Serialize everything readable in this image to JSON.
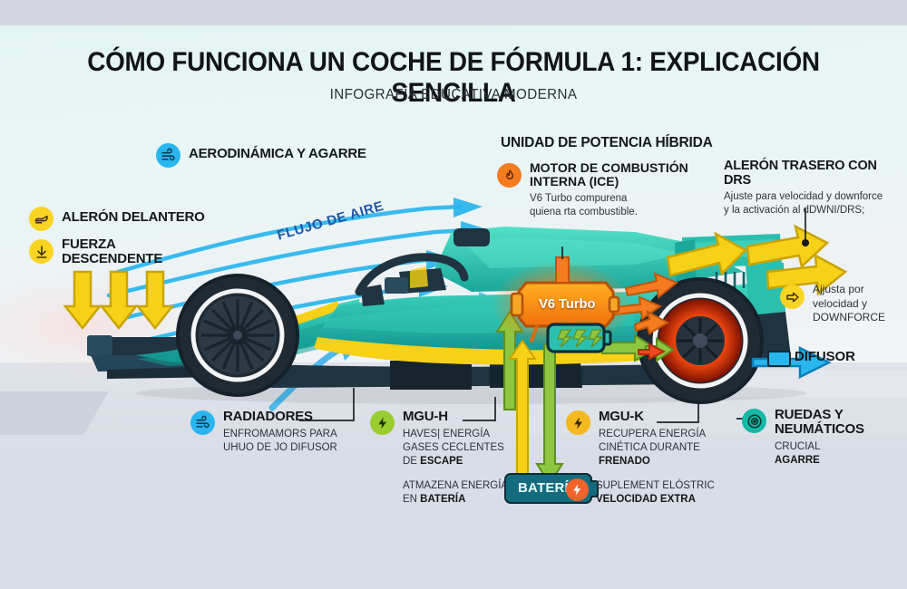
{
  "header": {
    "title": "CÓMO FUNCIONA UN COCHE DE FÓRMULA 1: EXPLICACIÓN SENCILLA",
    "subtitle": "INFOGRAFÍA EDUCATIVA MODERNA"
  },
  "colors": {
    "background_sky": "#e6f4f3",
    "background_ground": "#d8dce4",
    "car_body_teal": "#2bbfae",
    "car_dark": "#1f3440",
    "accent_yellow": "#f7d117",
    "accent_cyan": "#29b6ef",
    "accent_orange": "#f47b20",
    "accent_green": "#8dc63f",
    "badge_blue": "#29b6ef",
    "badge_yellow": "#f9d423",
    "badge_orange": "#f47b20",
    "badge_green": "#9acd32",
    "badge_amber": "#f5b81e",
    "badge_teal": "#14b8a6",
    "text_dark": "#14181d",
    "text_body": "#2d333b",
    "flow_label_blue": "#1e56a8"
  },
  "aero": {
    "heading": "AERODINÁMICA Y AGARRE",
    "icon": "wind-icon",
    "flow_label": "FLUJO DE AIRE"
  },
  "front_wing": {
    "heading": "ALERÓN DELANTERO",
    "icon": "wing-icon"
  },
  "downforce": {
    "heading_line1": "FUERZA",
    "heading_line2": "DESCENDENTE",
    "icon": "arrow-down-icon",
    "arrow_count": 3
  },
  "power_unit": {
    "heading": "UNIDAD DE POTENCIA HÍBRIDA",
    "ice": {
      "icon": "flame-icon",
      "heading_line1": "MOTOR DE COMBUSTIÓN",
      "heading_line2": "INTERNA (ICE)",
      "body_line1": "V6 Turbo compurena",
      "body_line2": "quiena rta combustible."
    },
    "engine_badge": "V6 Turbo"
  },
  "rear_wing": {
    "heading": "ALERÓN TRASERO CON DRS",
    "body_line1": "Ajuste para velocidad y downforce",
    "body_line2": "y la activación al dDWNI/DRS;"
  },
  "drs_adjust": {
    "icon": "arrow-right-icon",
    "line1": "Ajjusta por",
    "line2": "velocidad y",
    "line3": "DOWNFORCE"
  },
  "diffuser": {
    "label": "DIFUSOR",
    "icon": "arrow-left-icon"
  },
  "radiators": {
    "icon": "wind-icon",
    "heading": "RADIADORES",
    "body_line1": "ENFROMAMORS PARA",
    "body_line2": "UHUO DE JO DIFUSOR"
  },
  "mgu_h": {
    "icon": "bolt-icon",
    "heading": "MGU-H",
    "body_line1": "HAVES| ENERGÍA",
    "body_line2": "GASES CECLENTES",
    "body_line3_pre": "DE ",
    "body_line3_bold": "ESCAPE",
    "note_line1": "ATMAZENA ENERGÍA",
    "note_line2_pre": "EN ",
    "note_line2_bold": "BATERÍA"
  },
  "mgu_k": {
    "icon": "bolt-icon",
    "heading": "MGU-K",
    "body_line1": "RECUPERA ENERGÍA",
    "body_line2": "CINÉTICA DURANTE",
    "body_line3_bold": "FRENADO",
    "sub_icon": "bolt-flame-icon",
    "sub_line1": "SUPLEMENT ELÓSTRIC",
    "sub_line2_bold": "VELOCIDAD EXTRA"
  },
  "wheels": {
    "icon": "tire-icon",
    "heading_line1": "RUEDAS Y",
    "heading_line2": "NEUMÁTICOS",
    "body_line1": "CRUCIAL",
    "body_line2_bold": "AGARRE"
  },
  "battery": {
    "label": "BATERÍA",
    "cell_icon": "battery-icon",
    "bolts": 3
  }
}
